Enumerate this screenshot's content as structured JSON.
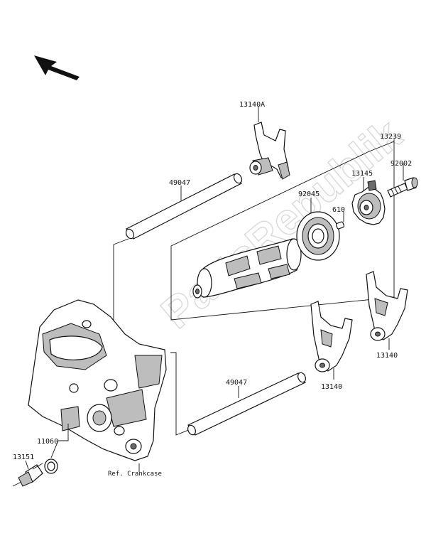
{
  "watermark": "PartsRepublik",
  "parts": {
    "fork_a": "13140A",
    "drum_assembly": "13239",
    "bolt": "92002",
    "star": "13145",
    "bearing": "92045",
    "pin": "610",
    "shaft_upper": "49047",
    "shaft_lower": "49047",
    "fork_right": "13140",
    "fork_middle": "13140",
    "washer": "11060",
    "switch": "13151"
  },
  "reference": "Ref. Crankcase"
}
